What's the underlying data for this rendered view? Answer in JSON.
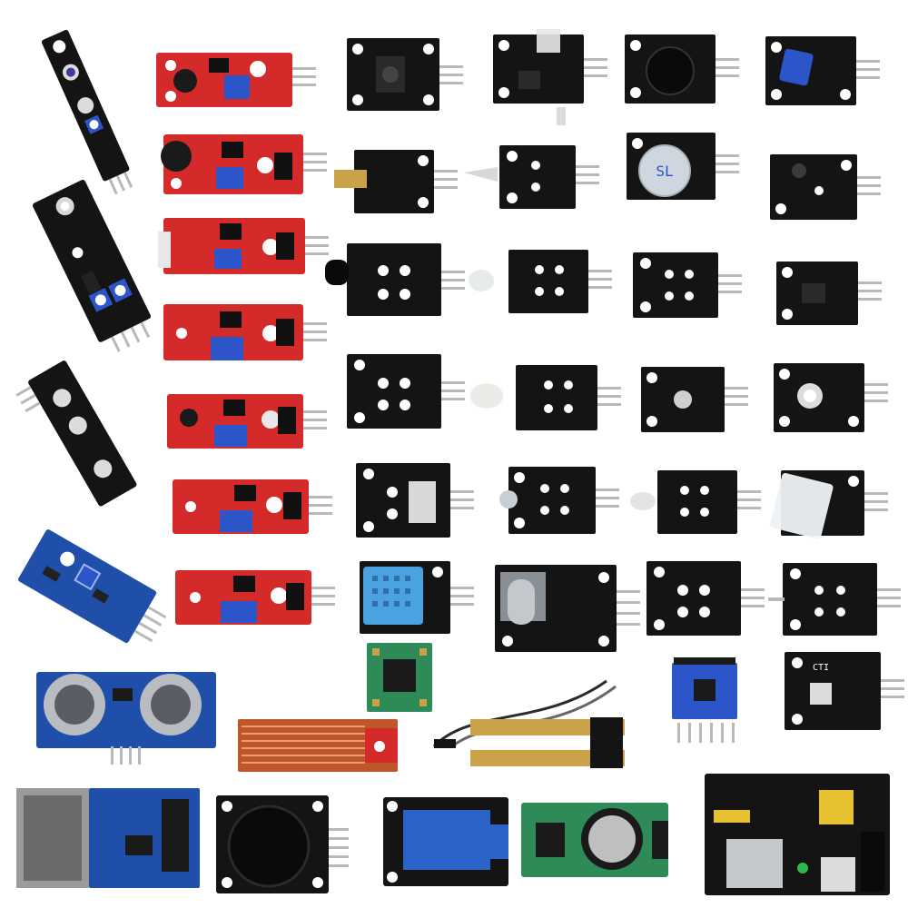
{
  "image": {
    "subject": "sensor-module-kit",
    "background": "#ffffff",
    "colors": {
      "black_pcb": "#141414",
      "red_pcb": "#d42a2a",
      "blue_pcb": "#1f4fa8",
      "green_pcb": "#2e8b57",
      "pin_gold": "#c9a24a",
      "pin_silver": "#b8b8b8",
      "pot_blue": "#2b55c9",
      "mount_hole": "#ffffff",
      "relay_blue": "#2a64c8",
      "copper": "#c0552a",
      "sd_silver": "#9a9a9a",
      "dht_blue": "#4aa3e0"
    }
  },
  "labels": {
    "buzzer_marking": "SL",
    "rgb_module_marking": "CTI"
  }
}
